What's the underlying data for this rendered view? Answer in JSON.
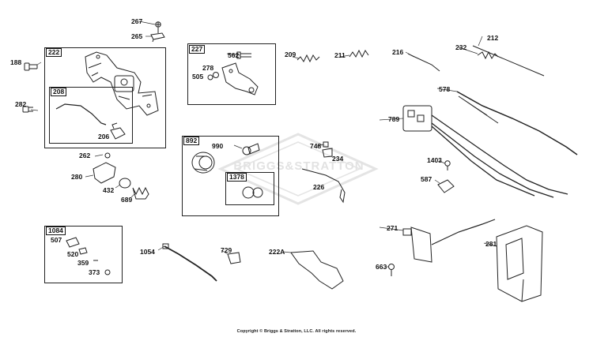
{
  "boxes": {
    "b222": "222",
    "b208": "208",
    "b227": "227",
    "b892": "892",
    "b1378": "1378",
    "b1084": "1084"
  },
  "parts": {
    "p267": "267",
    "p265": "265",
    "p188": "188",
    "p282": "282",
    "p206": "206",
    "p262": "262",
    "p280": "280",
    "p432": "432",
    "p689": "689",
    "p562": "562",
    "p278": "278",
    "p505": "505",
    "p209": "209",
    "p211": "211",
    "p990": "990",
    "p748": "748",
    "p234": "234",
    "p226": "226",
    "p216": "216",
    "p212": "212",
    "p232": "232",
    "p578": "578",
    "p789": "789",
    "p1403": "1403",
    "p587": "587",
    "p507": "507",
    "p520": "520",
    "p359": "359",
    "p373": "373",
    "p1054": "1054",
    "p729": "729",
    "p222A": "222A",
    "p271": "271",
    "p663": "663",
    "p281": "281"
  },
  "watermark": "BRIGGS&STRATTON",
  "copyright": "Copyright © Briggs & Stratton, LLC. All rights reserved."
}
